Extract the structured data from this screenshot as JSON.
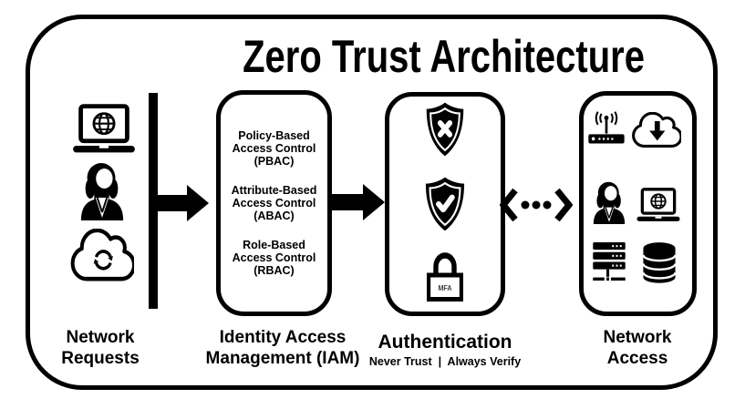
{
  "title": "Zero Trust Architecture",
  "colors": {
    "foreground": "#000000",
    "background": "#ffffff"
  },
  "network_requests": {
    "label": "Network\nRequests",
    "icons": [
      "laptop-globe-icon",
      "user-icon",
      "cloud-sync-icon"
    ]
  },
  "iam": {
    "label": "Identity Access\nManagement (IAM)",
    "items": [
      "Policy-Based\nAccess Control\n(PBAC)",
      "Attribute-Based\nAccess Control\n(ABAC)",
      "Role-Based\nAccess Control\n(RBAC)"
    ]
  },
  "authentication": {
    "label": "Authentication",
    "subtitle": "Never Trust  |  Always Verify",
    "mfa_label": "MFA",
    "icons": [
      "shield-x-icon",
      "shield-check-icon",
      "mfa-lock-icon"
    ]
  },
  "network_access": {
    "label": "Network\nAccess",
    "icons": [
      "wireless-router-icon",
      "cloud-download-icon",
      "user-icon",
      "laptop-globe-icon",
      "server-stack-icon",
      "database-icon"
    ]
  },
  "connectors": [
    "request-arrow",
    "iam-to-auth-arrow",
    "auth-access-dotted-link"
  ]
}
